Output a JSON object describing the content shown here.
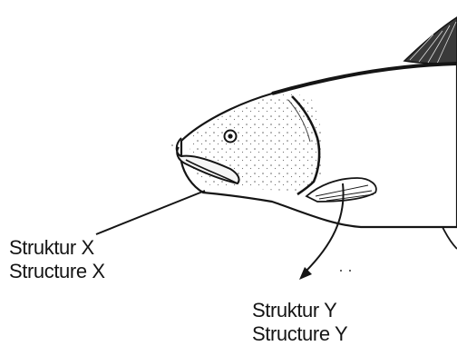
{
  "labels": {
    "x": {
      "line1": "Struktur X",
      "line2": "Structure X"
    },
    "y": {
      "line1": "Struktur Y",
      "line2": "Structure Y"
    }
  },
  "colors": {
    "ink": "#151515",
    "background": "#ffffff"
  }
}
